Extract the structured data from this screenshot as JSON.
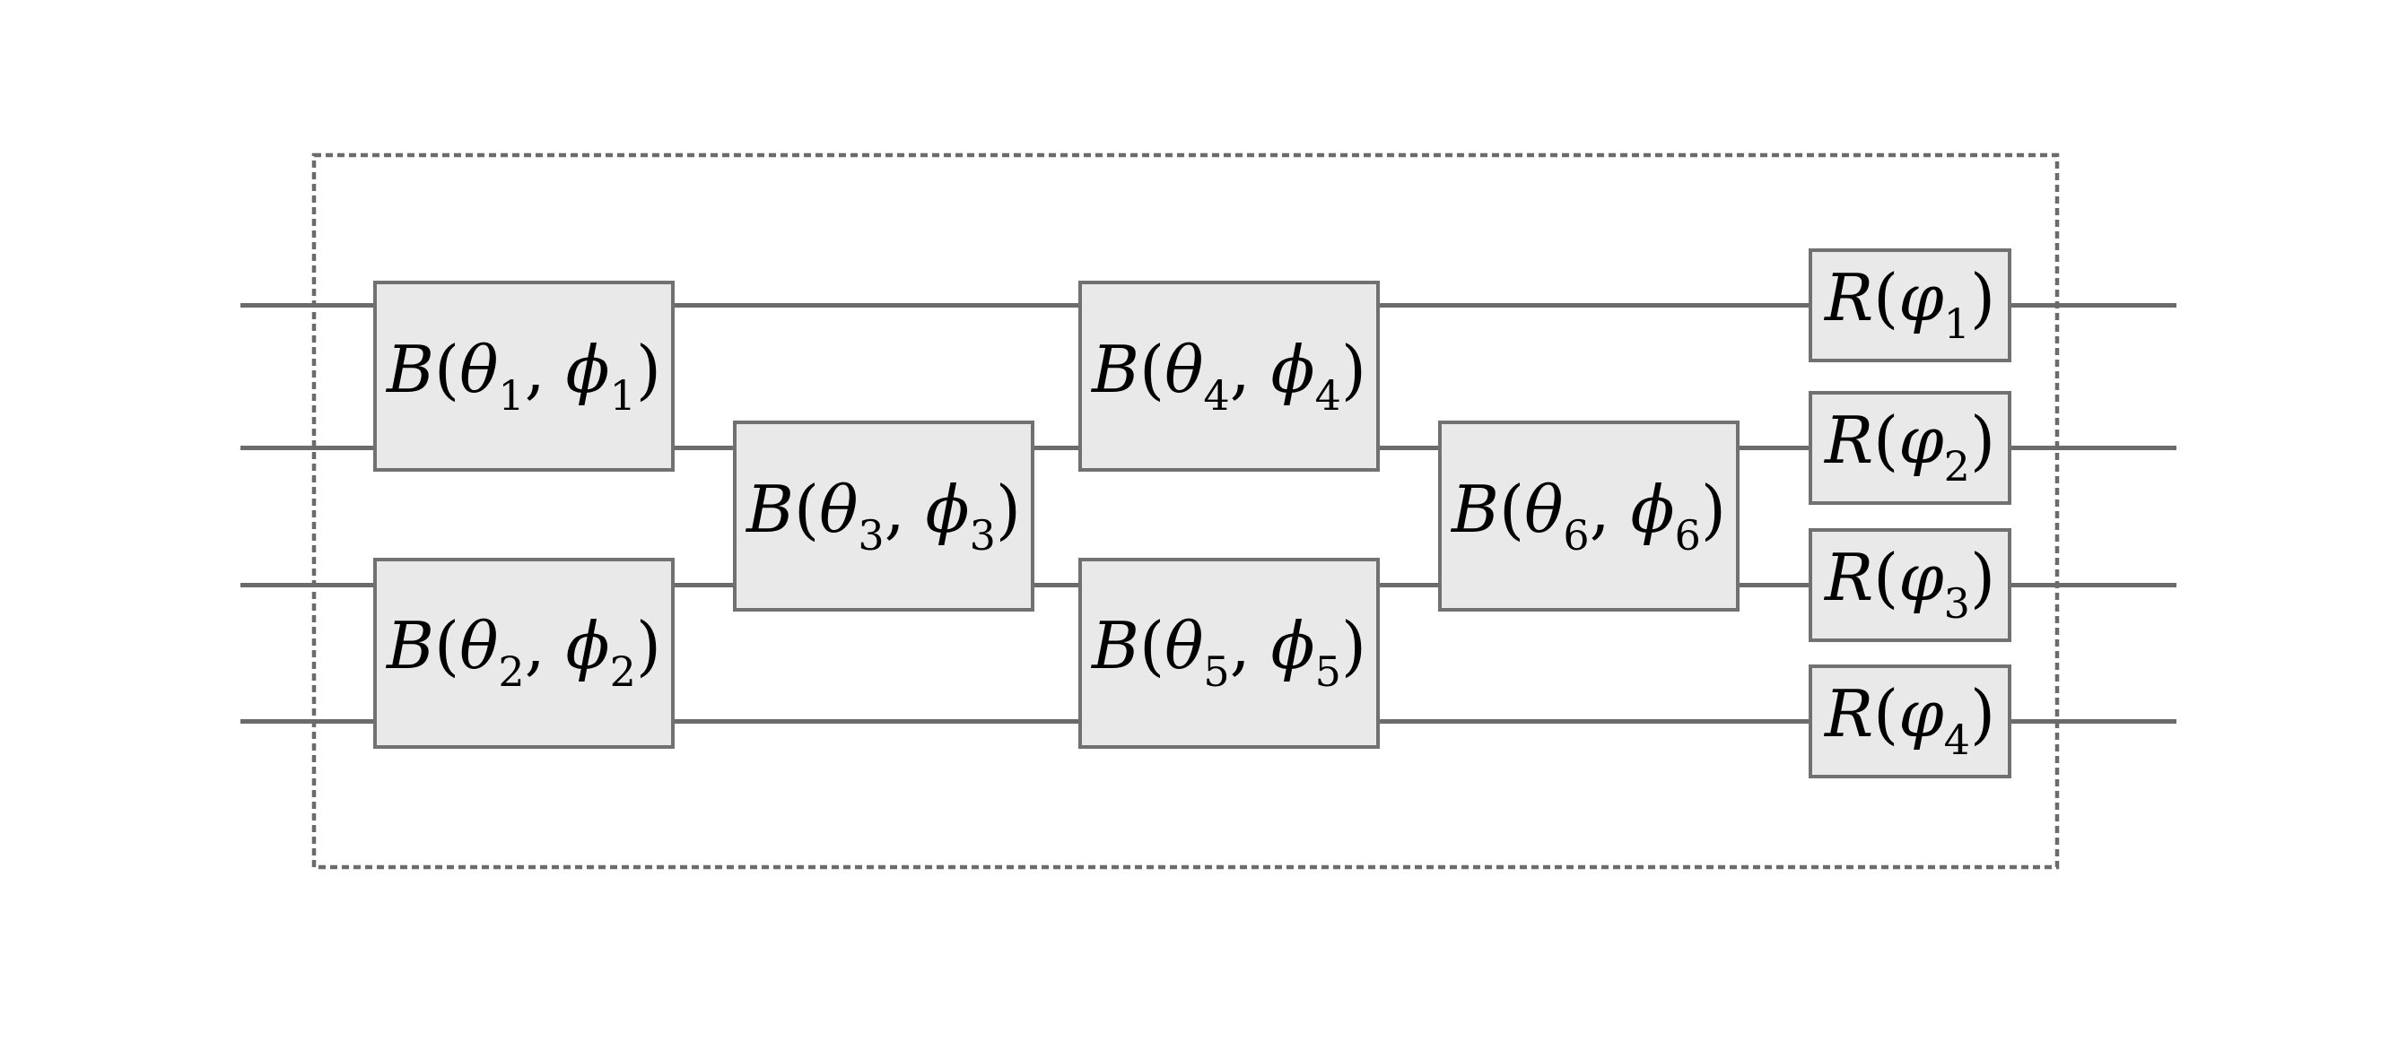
{
  "diagram": {
    "type": "photonic-interferometer-circuit",
    "wire_count": 4,
    "colors": {
      "background": "#ffffff",
      "wire": "#6b6b6b",
      "gate_fill": "#e9e9e9",
      "gate_border": "#717171",
      "boundary": "#6b6b6b",
      "text": "#000000"
    },
    "boundary": {
      "style": "dashed"
    },
    "beamsplitter_gates": [
      {
        "id": "b1",
        "name": "B",
        "args": [
          {
            "symbol": "θ",
            "subscript": "1"
          },
          {
            "symbol": "ϕ",
            "subscript": "1"
          }
        ],
        "wires": [
          1,
          2
        ],
        "column": 1
      },
      {
        "id": "b2",
        "name": "B",
        "args": [
          {
            "symbol": "θ",
            "subscript": "2"
          },
          {
            "symbol": "ϕ",
            "subscript": "2"
          }
        ],
        "wires": [
          3,
          4
        ],
        "column": 1
      },
      {
        "id": "b3",
        "name": "B",
        "args": [
          {
            "symbol": "θ",
            "subscript": "3"
          },
          {
            "symbol": "ϕ",
            "subscript": "3"
          }
        ],
        "wires": [
          2,
          3
        ],
        "column": 2
      },
      {
        "id": "b4",
        "name": "B",
        "args": [
          {
            "symbol": "θ",
            "subscript": "4"
          },
          {
            "symbol": "ϕ",
            "subscript": "4"
          }
        ],
        "wires": [
          1,
          2
        ],
        "column": 3
      },
      {
        "id": "b5",
        "name": "B",
        "args": [
          {
            "symbol": "θ",
            "subscript": "5"
          },
          {
            "symbol": "ϕ",
            "subscript": "5"
          }
        ],
        "wires": [
          3,
          4
        ],
        "column": 3
      },
      {
        "id": "b6",
        "name": "B",
        "args": [
          {
            "symbol": "θ",
            "subscript": "6"
          },
          {
            "symbol": "ϕ",
            "subscript": "6"
          }
        ],
        "wires": [
          2,
          3
        ],
        "column": 4
      }
    ],
    "rotation_gates": [
      {
        "id": "r1",
        "name": "R",
        "args": [
          {
            "symbol": "φ",
            "subscript": "1"
          }
        ],
        "wire": 1
      },
      {
        "id": "r2",
        "name": "R",
        "args": [
          {
            "symbol": "φ",
            "subscript": "2"
          }
        ],
        "wire": 2
      },
      {
        "id": "r3",
        "name": "R",
        "args": [
          {
            "symbol": "φ",
            "subscript": "3"
          }
        ],
        "wire": 3
      },
      {
        "id": "r4",
        "name": "R",
        "args": [
          {
            "symbol": "φ",
            "subscript": "4"
          }
        ],
        "wire": 4
      }
    ],
    "punctuation": {
      "open_paren": "(",
      "close_paren": ")",
      "separator": ", "
    }
  }
}
